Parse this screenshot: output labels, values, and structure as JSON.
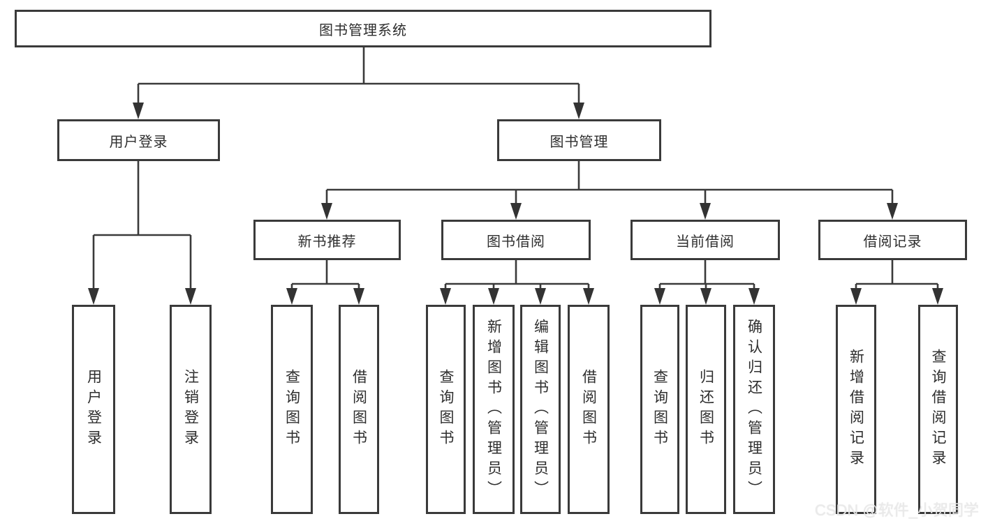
{
  "diagram_title": "图书管理系统",
  "tree": {
    "label": "图书管理系统",
    "children": [
      {
        "label": "用户登录",
        "children": [
          {
            "label": "用户登录"
          },
          {
            "label": "注销登录"
          }
        ]
      },
      {
        "label": "图书管理",
        "children": [
          {
            "label": "新书推荐",
            "children": [
              {
                "label": "查询图书"
              },
              {
                "label": "借阅图书"
              }
            ]
          },
          {
            "label": "图书借阅",
            "children": [
              {
                "label": "查询图书"
              },
              {
                "label": "新增图书（管理员）"
              },
              {
                "label": "编辑图书（管理员）"
              },
              {
                "label": "借阅图书"
              }
            ]
          },
          {
            "label": "当前借阅",
            "children": [
              {
                "label": "查询图书"
              },
              {
                "label": "归还图书"
              },
              {
                "label": "确认归还（管理员）"
              }
            ]
          },
          {
            "label": "借阅记录",
            "children": [
              {
                "label": "新增借阅记录"
              },
              {
                "label": "查询借阅记录"
              }
            ]
          }
        ]
      }
    ]
  },
  "watermark": "CSDN @软件_小贺同学",
  "colors": {
    "line": "#3a3a3a",
    "box_border": "#3a3a3a",
    "text": "#2e2e2e",
    "background": "#ffffff",
    "watermark": "#ebebeb"
  }
}
